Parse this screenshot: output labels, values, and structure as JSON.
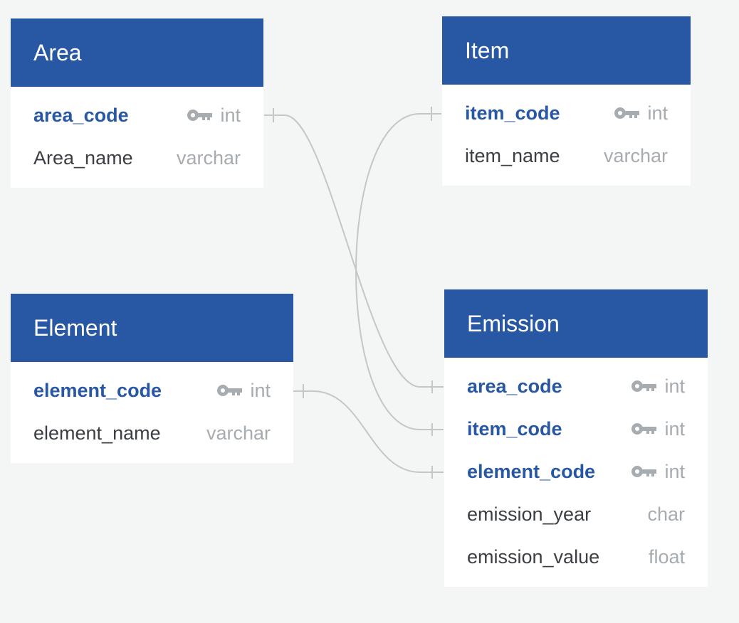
{
  "colors": {
    "header": "#2857a4",
    "pk_text": "#2857a4",
    "field_text": "#3b3f44",
    "type_text": "#a7acb1",
    "connector": "#c4c6c8",
    "background": "#f4f5f5"
  },
  "tables": {
    "area": {
      "title": "Area",
      "fields": [
        {
          "name": "area_code",
          "type": "int",
          "icon": "key-icon",
          "pk": true
        },
        {
          "name": "Area_name",
          "type": "varchar"
        }
      ]
    },
    "item": {
      "title": "Item",
      "fields": [
        {
          "name": "item_code",
          "type": "int",
          "icon": "key-icon",
          "pk": true
        },
        {
          "name": "item_name",
          "type": "varchar"
        }
      ]
    },
    "element": {
      "title": "Element",
      "fields": [
        {
          "name": "element_code",
          "type": "int",
          "icon": "key-icon",
          "pk": true
        },
        {
          "name": "element_name",
          "type": "varchar"
        }
      ]
    },
    "emission": {
      "title": "Emission",
      "fields": [
        {
          "name": "area_code",
          "type": "int",
          "icon": "key-icon",
          "pk": true
        },
        {
          "name": "item_code",
          "type": "int",
          "icon": "key-icon",
          "pk": true
        },
        {
          "name": "element_code",
          "type": "int",
          "icon": "key-icon",
          "pk": true
        },
        {
          "name": "emission_year",
          "type": "char"
        },
        {
          "name": "emission_value",
          "type": "float"
        }
      ]
    }
  },
  "relationships": [
    {
      "from": "Area.area_code",
      "to": "Emission.area_code",
      "cardinality": "one-to-many"
    },
    {
      "from": "Item.item_code",
      "to": "Emission.item_code",
      "cardinality": "one-to-many"
    },
    {
      "from": "Element.element_code",
      "to": "Emission.element_code",
      "cardinality": "one-to-many"
    }
  ]
}
